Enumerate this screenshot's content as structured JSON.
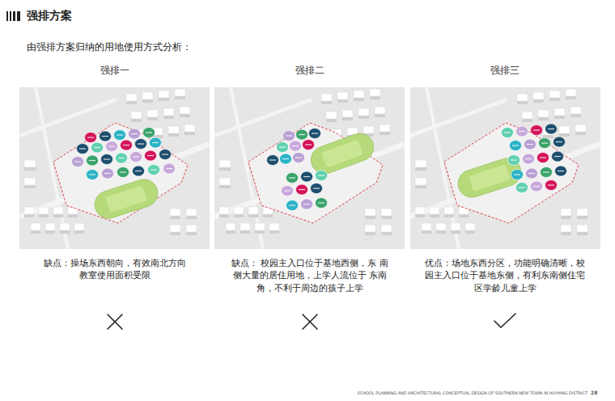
{
  "diagram": {
    "title": "强排方案",
    "labels": [
      "由强排方案归纳的用地使用方式分析：",
      "强排一",
      "强排二",
      "强排三",
      "缺点：操场东西朝向，有效南北方向 教室使用面积受限",
      "缺点： 校园主入口位于基地西侧，东 南侧大量的居住用地，上学人流位于 东南角，不利于周边的孩子上学",
      "优点：场地东西分区，功能明确清晰，校 园主入口位于基地东侧，有利东南侧住宅 区学龄儿童上学",
      "SCHOOL PLANNING AND ARCHITECTURAL CONCEPTUAL DESIGN OF SOUTHERN NEW TOWN IN HUIYANG DISTRICT",
      "28"
    ]
  }
}
